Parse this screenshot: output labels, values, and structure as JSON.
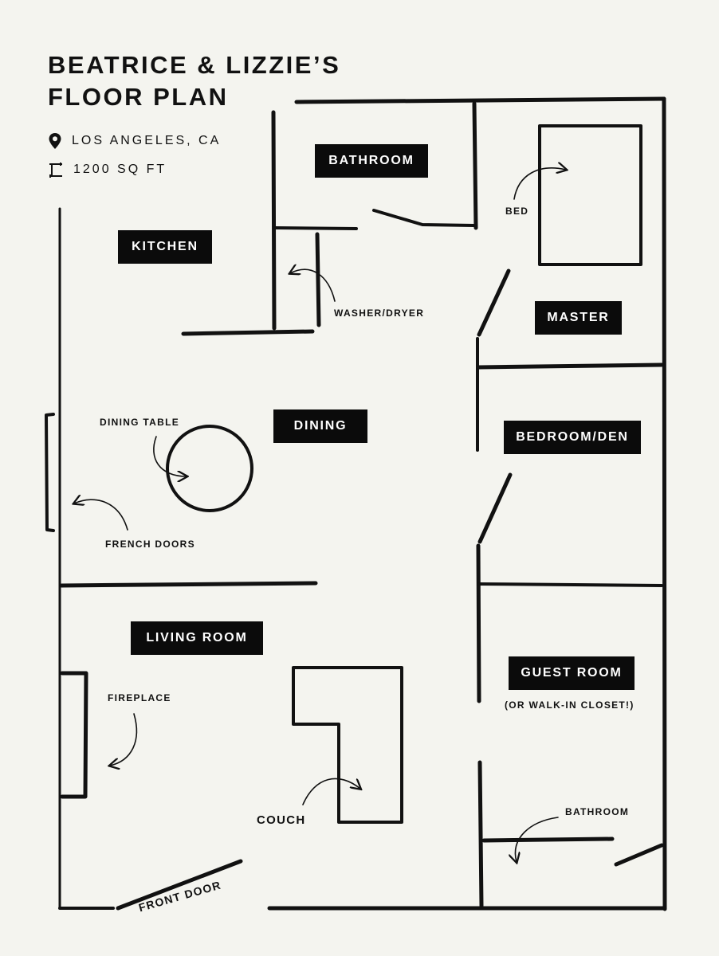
{
  "title": {
    "line1": "BEATRICE & LIZZIE’S",
    "line2": "FLOOR PLAN"
  },
  "location": {
    "icon": "map-pin-icon",
    "text": "LOS ANGELES, CA"
  },
  "area": {
    "icon": "square-footage-icon",
    "text": "1200 SQ FT"
  },
  "rooms": {
    "bathroom_top": "BATHROOM",
    "kitchen": "KITCHEN",
    "master": "MASTER",
    "dining": "DINING",
    "bedroom_den": "BEDROOM/DEN",
    "living_room": "LIVING ROOM",
    "guest_room": "GUEST ROOM"
  },
  "annotations": {
    "bed": "BED",
    "washer_dryer": "WASHER/DRYER",
    "dining_table": "DINING TABLE",
    "french_doors": "FRENCH DOORS",
    "fireplace": "FIREPLACE",
    "couch": "COUCH",
    "bathroom_bottom": "BATHROOM",
    "guest_room_note": "(OR WALK-IN CLOSET!)",
    "front_door": "FRONT DOOR"
  },
  "colors": {
    "ink": "#111111",
    "background": "#f4f4ef",
    "label_fill": "#0b0b0b",
    "label_text": "#ffffff"
  }
}
